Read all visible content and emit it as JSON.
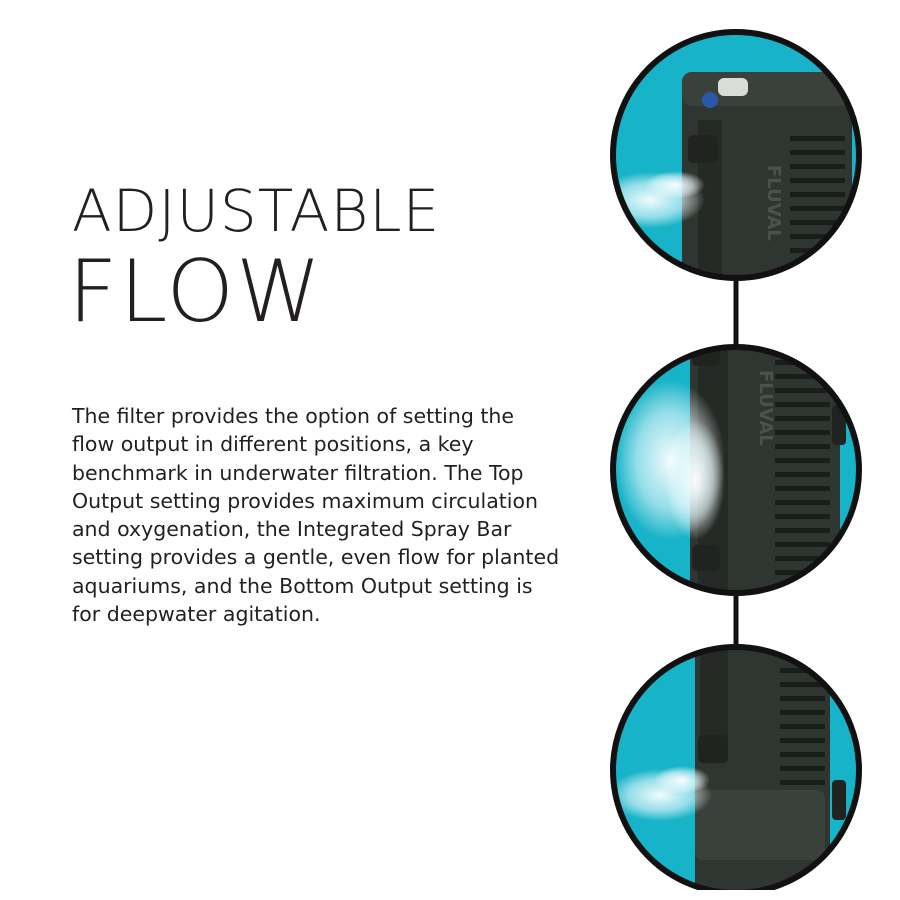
{
  "heading": {
    "line1": "ADJUSTABLE",
    "line2": "FLOW"
  },
  "description": "The filter provides the option of setting the flow output in different positions, a key benchmark in underwater filtration. The Top Output setting provides maximum circulation and oxygenation, the Integrated Spray Bar setting provides a gentle, even flow for planted aquariums, and the Bottom Output setting is for deepwater agitation.",
  "brand_label": "FLUVAL",
  "colors": {
    "background": "#ffffff",
    "text": "#231f20",
    "circle_fill": "#17b3c8",
    "circle_border": "#111111",
    "filter_body": "#2f3530"
  }
}
